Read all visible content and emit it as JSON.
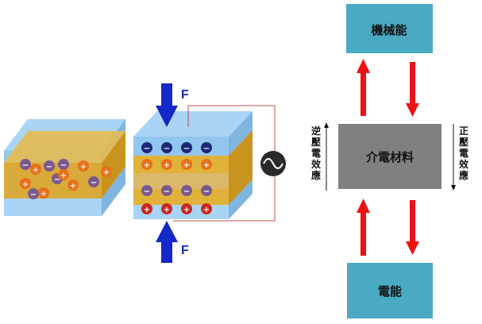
{
  "force_label": "F",
  "polarity": {
    "negative": "−",
    "positive": "+"
  },
  "ac_source_icon": "sine-wave-icon",
  "energy_flow": {
    "mechanical": "機械能",
    "material": "介電材料",
    "electrical": "電能",
    "inverse_effect": "逆壓電效應",
    "direct_effect": "正壓電效應"
  },
  "colors": {
    "slab_blue": "#a9d4f5",
    "slab_gold": "#e0b23a",
    "box_teal": "#4aa9c3",
    "box_gray": "#808080",
    "arrow_red": "#ee1111",
    "arrow_blue": "#1528c8",
    "charge_navy": "#1a2a7a",
    "charge_red": "#c8281e",
    "charge_orange": "#e8701a",
    "charge_purple": "#7a5a8e"
  }
}
